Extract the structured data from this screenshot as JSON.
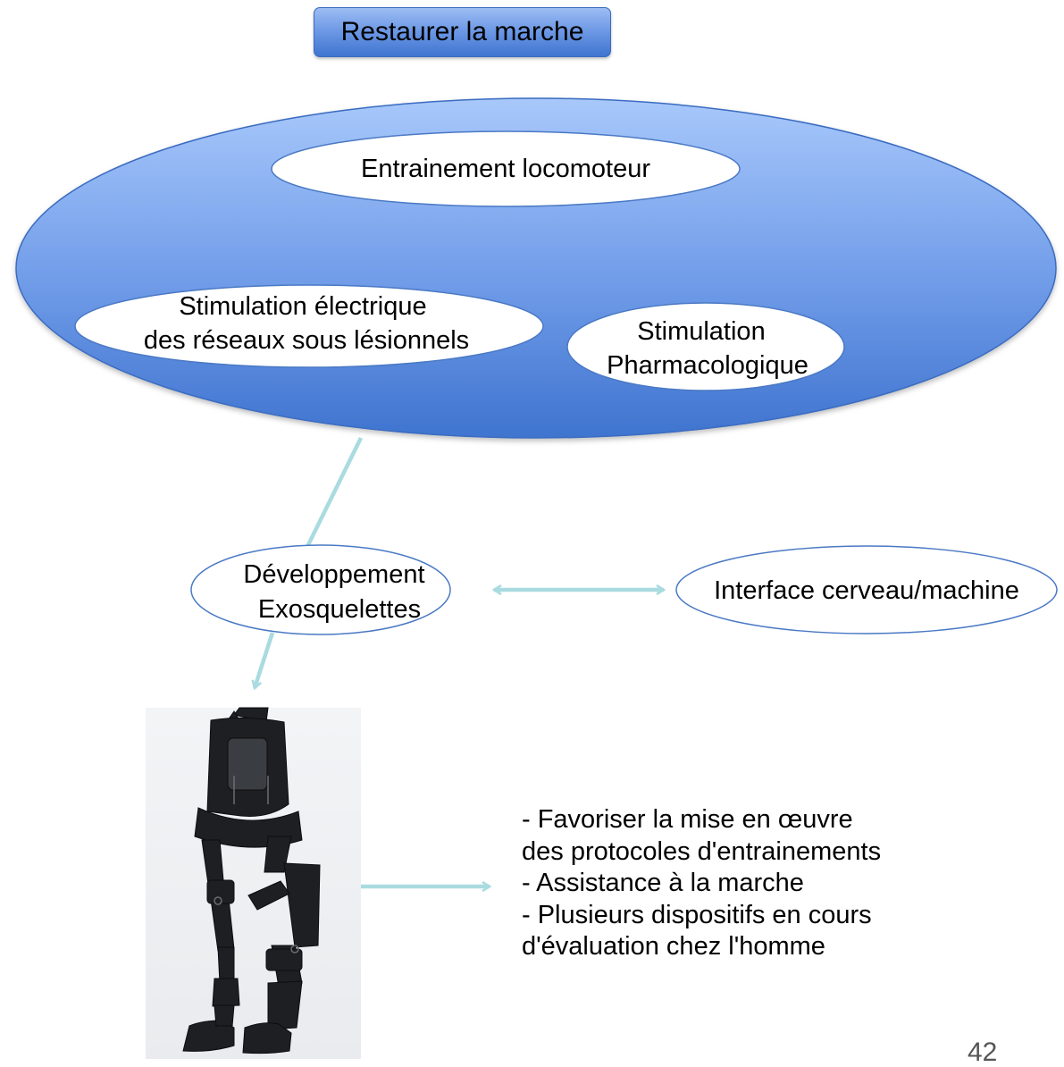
{
  "title": "Restaurer la marche",
  "big_ellipse": {
    "gradient_top": "#a8c8fb",
    "gradient_bottom": "#3f74cf",
    "items": [
      {
        "lines": [
          "Entrainement locomoteur"
        ]
      },
      {
        "lines": [
          "Stimulation électrique",
          "des réseaux sous lésionnels"
        ]
      },
      {
        "lines": [
          "Stimulation",
          "Pharmacologique"
        ]
      }
    ]
  },
  "nodes": {
    "exo": {
      "lines": [
        "Développement",
        "Exosquelettes"
      ]
    },
    "bci": {
      "lines": [
        "Interface cerveau/machine"
      ]
    }
  },
  "connector_color": "#a9dbe0",
  "node_border_color": "#4a79c4",
  "photo": {
    "subject": "exoskeleton-photo"
  },
  "points": [
    "- Favoriser la mise en œuvre",
    "des protocoles d'entrainements",
    "- Assistance à la marche",
    "- Plusieurs dispositifs en cours",
    "d'évaluation chez l'homme"
  ],
  "page_number": "42"
}
